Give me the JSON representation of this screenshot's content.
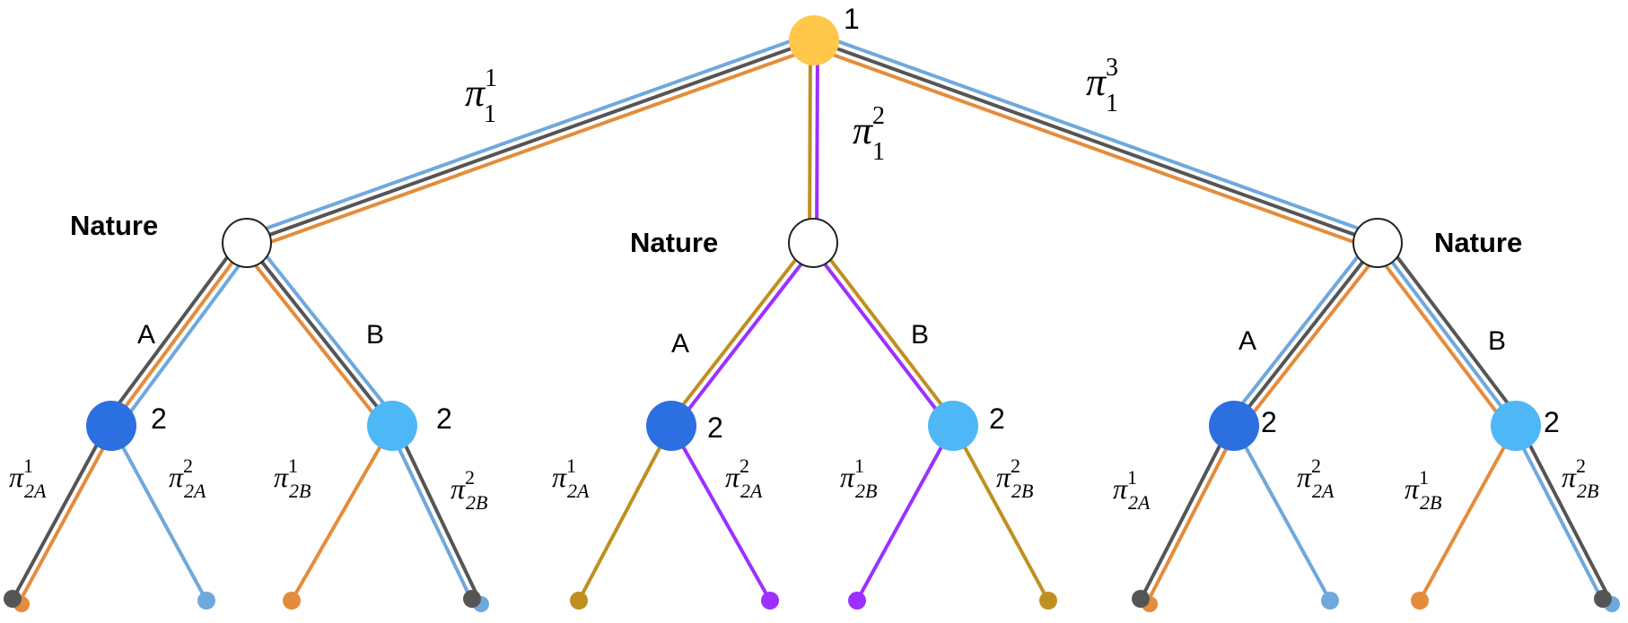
{
  "colors": {
    "orange": "#e48c3c",
    "dark_gray": "#555555",
    "light_blue": "#6fa8dc",
    "gold": "#bf9020",
    "purple": "#9b30ff",
    "root_fill": "#ffc84a",
    "p2a_fill": "#2b6fe0",
    "p2b_fill": "#4db8f5",
    "nature_fill": "#ffffff"
  },
  "labels": {
    "root_player": "1",
    "nature": "Nature",
    "player2": "2",
    "branch_a": "A",
    "branch_b": "B"
  },
  "pi": {
    "symbol": "π",
    "p1_strategies": [
      {
        "sup": "1",
        "sub": "1"
      },
      {
        "sup": "2",
        "sub": "1"
      },
      {
        "sup": "3",
        "sub": "1"
      }
    ],
    "p2_strategies": [
      {
        "sup": "1",
        "sub": "2A"
      },
      {
        "sup": "2",
        "sub": "2A"
      },
      {
        "sup": "1",
        "sub": "2B"
      },
      {
        "sup": "2",
        "sub": "2B"
      }
    ]
  }
}
